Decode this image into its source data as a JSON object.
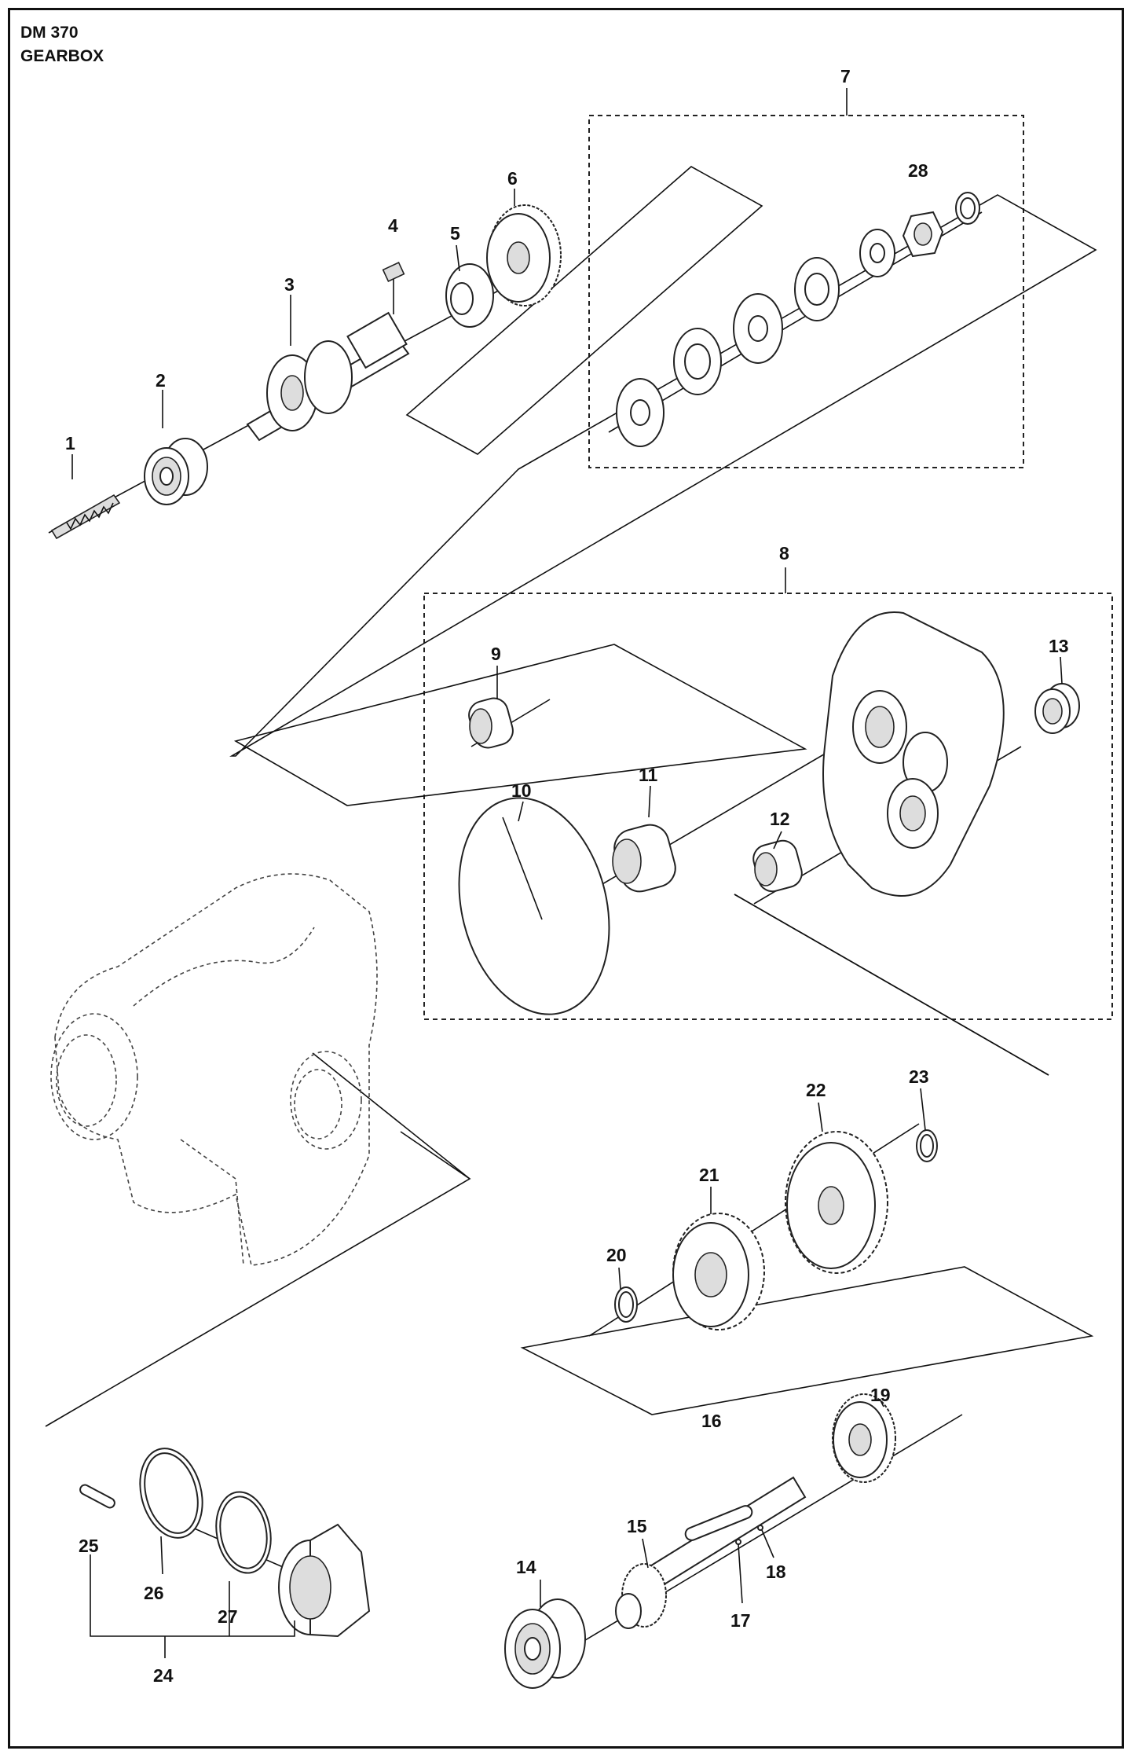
{
  "header": {
    "model": "DM 370",
    "title": "GEARBOX"
  },
  "callouts": [
    "1",
    "2",
    "3",
    "4",
    "5",
    "6",
    "7",
    "28",
    "8",
    "9",
    "13",
    "10",
    "11",
    "12",
    "22",
    "23",
    "21",
    "20",
    "19",
    "16",
    "15",
    "18",
    "17",
    "14",
    "25",
    "26",
    "27",
    "24"
  ]
}
